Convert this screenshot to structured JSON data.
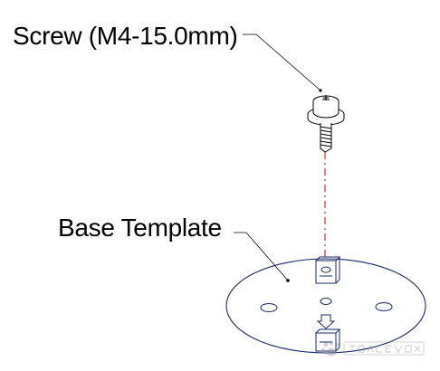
{
  "labels": {
    "screw": "Screw (M4-15.0mm)",
    "base_template": "Base Template"
  },
  "colors": {
    "line": "#000000",
    "center_line": "#c00000",
    "outline_blue": "#1a2a6a",
    "watermark_gray": "#8a8a8a"
  },
  "icons": {
    "screw": "screw-icon",
    "bracket_top": "bracket-icon",
    "bracket_bottom": "bracket-icon",
    "arrow": "arrow-down-icon",
    "watermark": "baidu-watermark-logo"
  }
}
